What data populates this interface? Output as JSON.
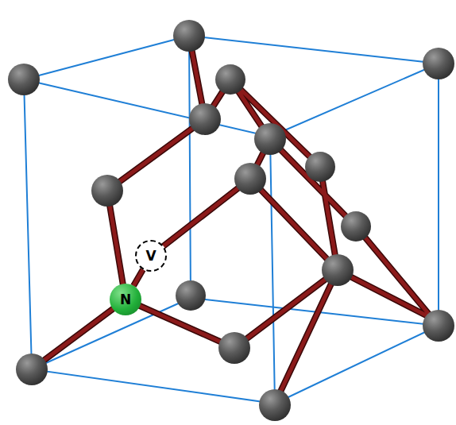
{
  "diagram": {
    "nodes": [
      {
        "text": [
          "N"
        ]
      },
      {
        "text": [
          "V"
        ]
      }
    ],
    "edges": [
      {
        "from": 0,
        "to": 1,
        "arrow": "none"
      }
    ]
  }
}
